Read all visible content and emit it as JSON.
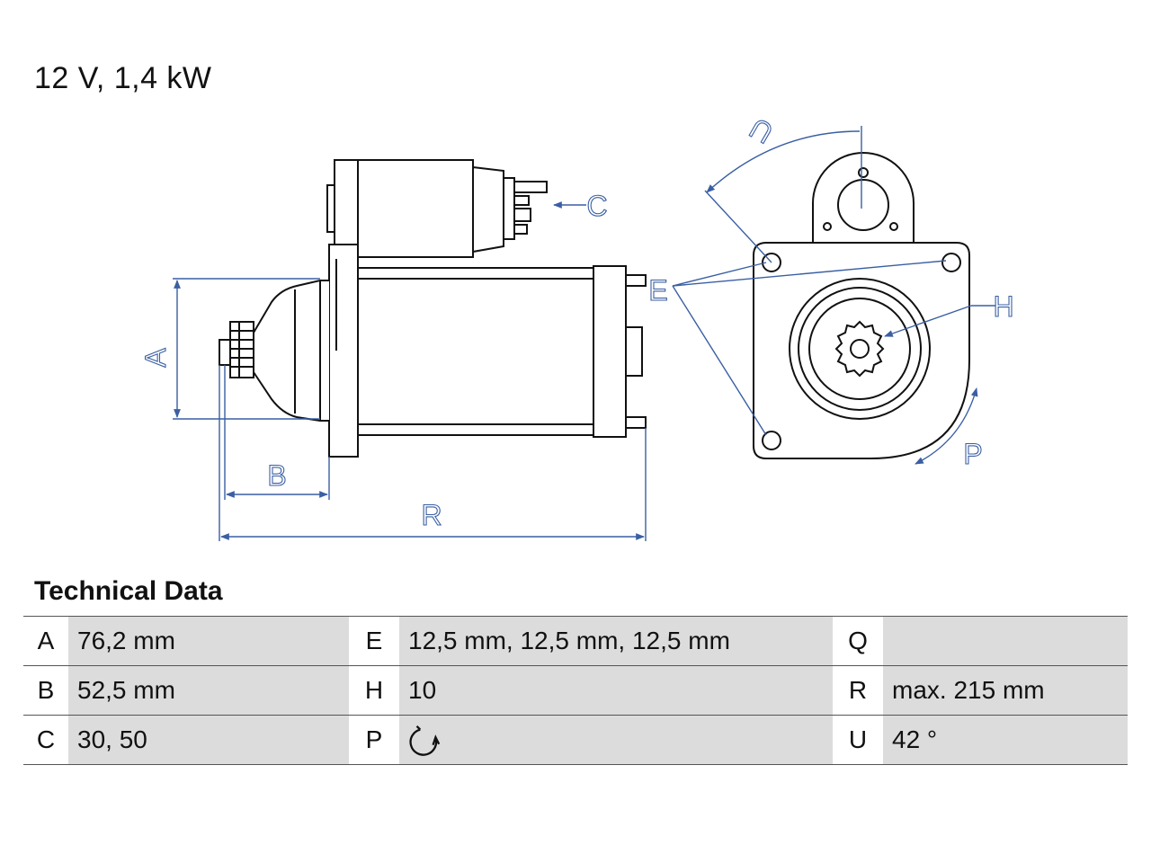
{
  "header": {
    "title": "12 V, 1,4 kW"
  },
  "diagram": {
    "dimension_labels": [
      "A",
      "B",
      "C",
      "E",
      "H",
      "P",
      "R",
      "U"
    ]
  },
  "technical_data": {
    "heading": "Technical Data",
    "rows": [
      [
        {
          "key": "A",
          "value": "76,2 mm"
        },
        {
          "key": "E",
          "value": "12,5 mm, 12,5 mm, 12,5 mm"
        },
        {
          "key": "Q",
          "value": ""
        }
      ],
      [
        {
          "key": "B",
          "value": "52,5 mm"
        },
        {
          "key": "H",
          "value": "10"
        },
        {
          "key": "R",
          "value": "max. 215 mm"
        }
      ],
      [
        {
          "key": "C",
          "value": "30, 50"
        },
        {
          "key": "P",
          "value": "",
          "icon": "clockwise-rotation-icon"
        },
        {
          "key": "U",
          "value": "42 °"
        }
      ]
    ]
  },
  "colors": {
    "line": "#111111",
    "dimension": "#3a5fa3",
    "table_value_bg": "#dcdcdc"
  }
}
